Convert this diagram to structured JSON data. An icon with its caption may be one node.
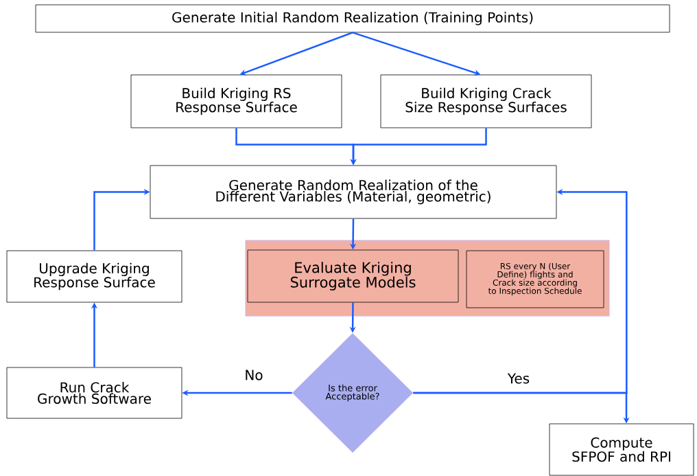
{
  "diagram": {
    "nodes": [
      {
        "text": [
          "Generate Initial Random Realization (Training Points)"
        ]
      },
      {
        "text": [
          "Build Kriging RS Response Surface"
        ]
      },
      {
        "text": [
          "Build Kriging Crack Size Response Surfaces"
        ]
      },
      {
        "text": [
          "Generate Random Realization of the Different Variables (Material, geometric)"
        ]
      },
      {
        "text": [],
        "shape": "box"
      },
      {
        "text": [
          "Evaluate Kriging Surrogate Models"
        ],
        "in": 4
      },
      {
        "text": [
          "RS every N (User Define) flights and Crack size according to Inspection Schedule"
        ],
        "in": 4
      },
      {
        "text": [
          "Upgrade Kriging Response Surface"
        ]
      },
      {
        "text": [
          "Is the error Acceptable?"
        ]
      },
      {
        "text": [
          "Run Crack Growth Software"
        ]
      },
      {
        "text": [
          "Compute SFPOF and RPI"
        ]
      }
    ],
    "edges": [
      {
        "from": 0,
        "to": 1,
        "arrow": "to"
      },
      {
        "from": 0,
        "to": 2,
        "arrow": "to"
      },
      {
        "from": 1,
        "to": 3,
        "arrow": "to"
      },
      {
        "from": 2,
        "to": 3,
        "arrow": "to"
      },
      {
        "from": 3,
        "to": 5,
        "arrow": "to"
      },
      {
        "from": 5,
        "to": 8,
        "arrow": "to"
      },
      {
        "from": 8,
        "to": 9,
        "arrow": "to",
        "label": "No"
      },
      {
        "from": 8,
        "to": 10,
        "arrow": "to",
        "label": "Yes"
      },
      {
        "from": 8,
        "to": 3,
        "arrow": "to"
      },
      {
        "from": 9,
        "to": 7,
        "arrow": "to"
      },
      {
        "from": 7,
        "to": 3,
        "arrow": "to"
      }
    ]
  }
}
